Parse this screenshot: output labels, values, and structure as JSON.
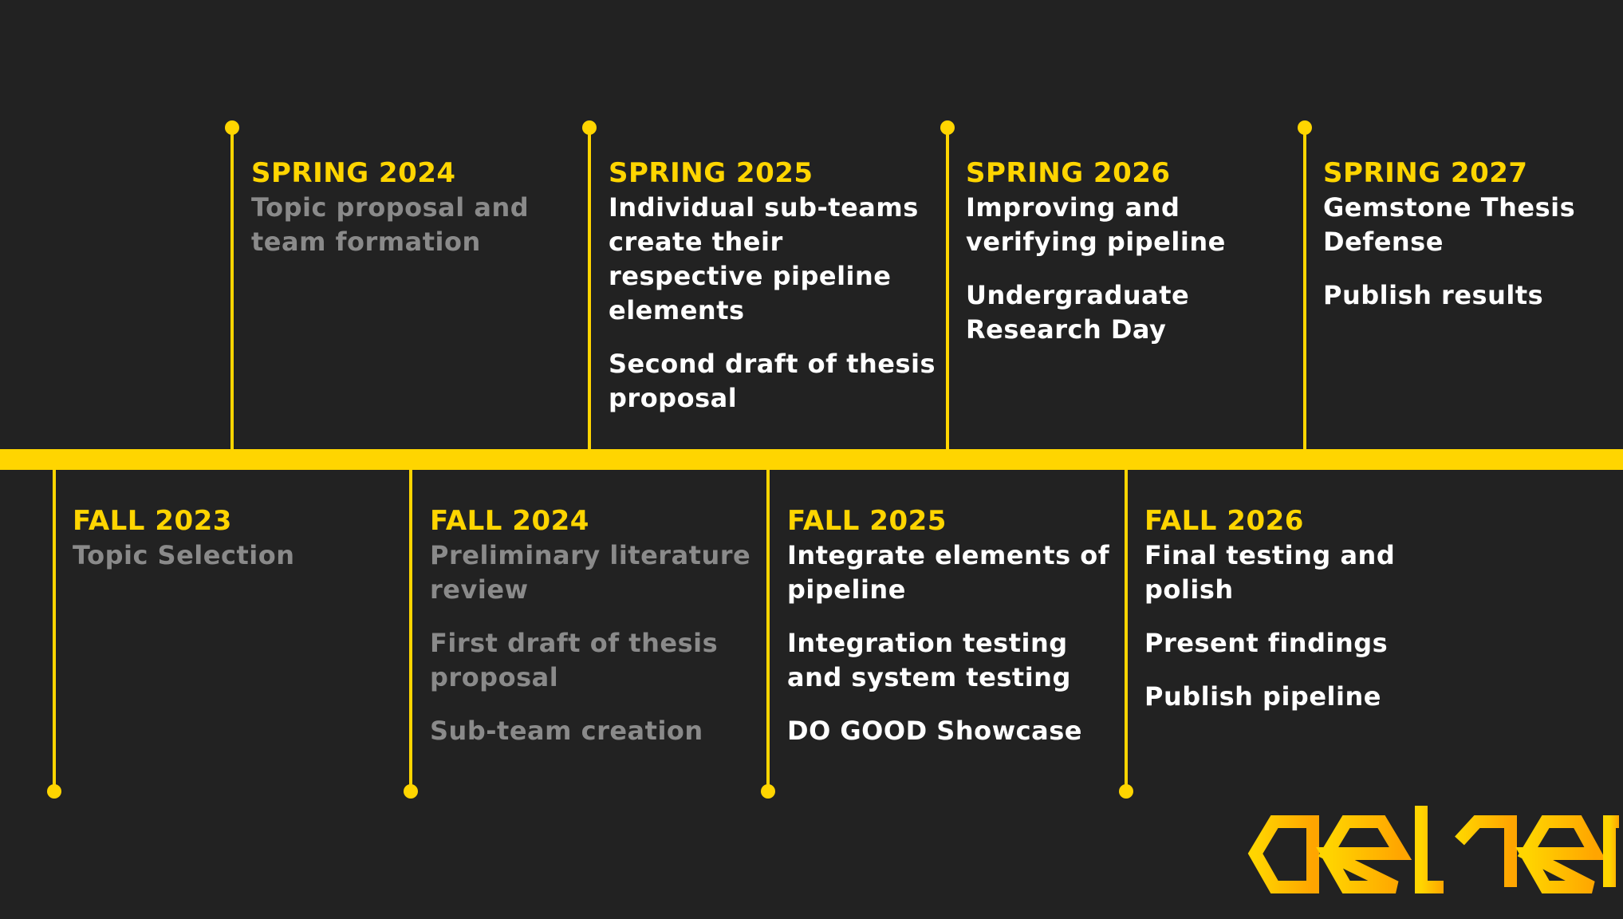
{
  "colors": {
    "background": "#222222",
    "accent": "#FFD500",
    "past_text": "#8A8A8A",
    "future_text": "#FFFFFF"
  },
  "timeline": {
    "top": [
      {
        "term": "SPRING 2024",
        "items": [
          "Topic proposal and team formation"
        ],
        "state": "past"
      },
      {
        "term": "SPRING 2025",
        "items": [
          "Individual sub-teams create their respective pipeline elements",
          "Second draft of thesis proposal"
        ],
        "state": "future"
      },
      {
        "term": "SPRING 2026",
        "items": [
          "Improving and verifying pipeline",
          "Undergraduate Research Day"
        ],
        "state": "future"
      },
      {
        "term": "SPRING 2027",
        "items": [
          "Gemstone Thesis Defense",
          "Publish results"
        ],
        "state": "future"
      }
    ],
    "bottom": [
      {
        "term": "FALL 2023",
        "items": [
          "Topic Selection"
        ],
        "state": "past"
      },
      {
        "term": "FALL 2024",
        "items": [
          "Preliminary literature review",
          "First draft of thesis proposal",
          "Sub-team creation"
        ],
        "state": "past"
      },
      {
        "term": "FALL 2025",
        "items": [
          "Integrate elements of pipeline",
          "Integration testing and system testing",
          "DO GOOD Showcase"
        ],
        "state": "future"
      },
      {
        "term": "FALL 2026",
        "items": [
          "Final testing and polish",
          "Present findings",
          "Publish pipeline"
        ],
        "state": "future"
      }
    ]
  },
  "logo": {
    "text": "aether"
  }
}
